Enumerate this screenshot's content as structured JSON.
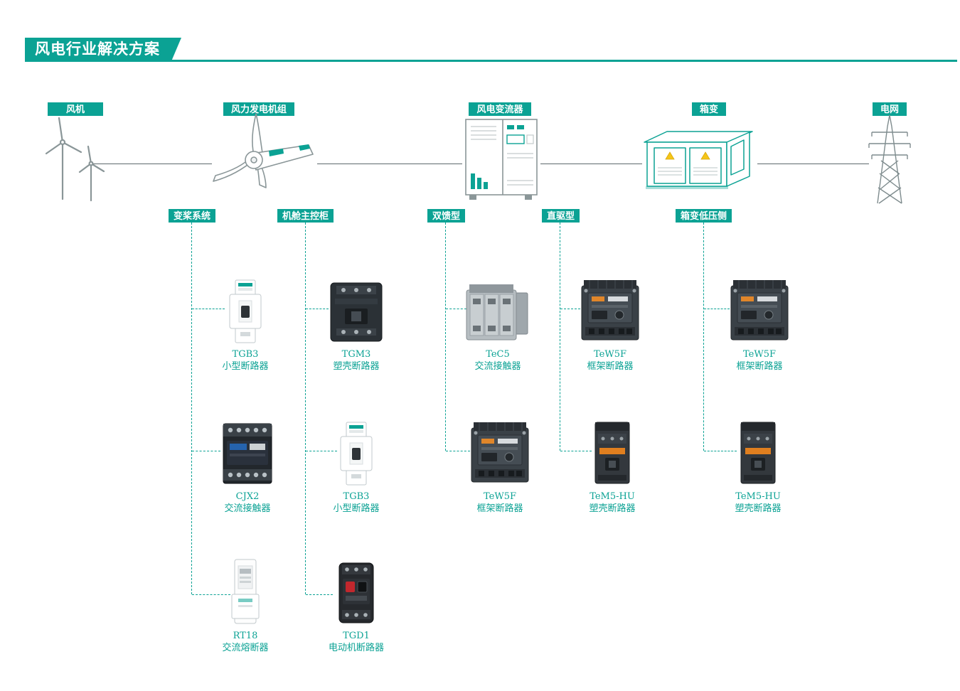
{
  "page": {
    "title": "风电行业解决方案",
    "accent_color": "#0ba294"
  },
  "flow_nodes": [
    {
      "label": "风机",
      "icon": "wind-turbines-icon"
    },
    {
      "label": "风力发电机组",
      "icon": "nacelle-icon"
    },
    {
      "label": "风电变流器",
      "icon": "converter-cabinet-icon"
    },
    {
      "label": "箱变",
      "icon": "box-transformer-icon"
    },
    {
      "label": "电网",
      "icon": "transmission-tower-icon"
    }
  ],
  "categories": [
    {
      "label": "变桨系统",
      "products": [
        {
          "model": "TGB3",
          "type": "小型断路器",
          "image": "mcb-white"
        },
        {
          "model": "CJX2",
          "type": "交流接触器",
          "image": "contactor-black"
        },
        {
          "model": "RT18",
          "type": "交流熔断器",
          "image": "fuse-holder-white"
        }
      ]
    },
    {
      "label": "机舱主控柜",
      "products": [
        {
          "model": "TGM3",
          "type": "塑壳断路器",
          "image": "mccb-dark"
        },
        {
          "model": "TGB3",
          "type": "小型断路器",
          "image": "mcb-white"
        },
        {
          "model": "TGD1",
          "type": "电动机断路器",
          "image": "motor-breaker-red"
        }
      ]
    },
    {
      "label": "双馈型",
      "products": [
        {
          "model": "TeC5",
          "type": "交流接触器",
          "image": "contactor-gray"
        },
        {
          "model": "TeW5F",
          "type": "框架断路器",
          "image": "acb-frame"
        }
      ]
    },
    {
      "label": "直驱型",
      "products": [
        {
          "model": "TeW5F",
          "type": "框架断路器",
          "image": "acb-frame"
        },
        {
          "model": "TeM5-HU",
          "type": "塑壳断路器",
          "image": "mccb-orange"
        }
      ]
    },
    {
      "label": "箱变低压侧",
      "products": [
        {
          "model": "TeW5F",
          "type": "框架断路器",
          "image": "acb-frame"
        },
        {
          "model": "TeM5-HU",
          "type": "塑壳断路器",
          "image": "mccb-orange"
        }
      ]
    }
  ]
}
